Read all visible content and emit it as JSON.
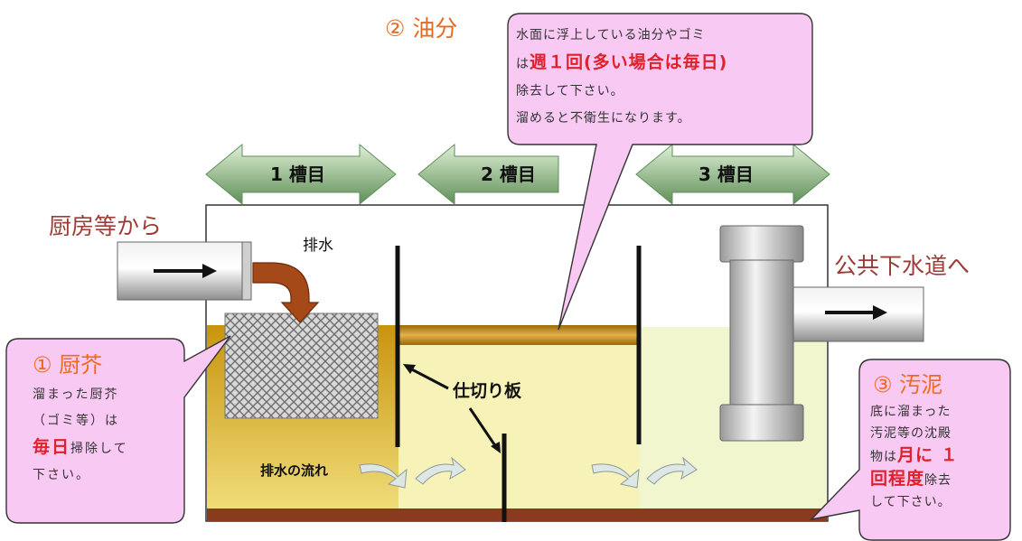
{
  "tanks": {
    "tank1": "1 槽目",
    "tank2": "2 槽目",
    "tank3": "3 槽目"
  },
  "flow": {
    "inlet": "厨房等から",
    "outlet": "公共下水道へ",
    "drain": "排水",
    "flow_label": "排水の流れ",
    "partition": "仕切り板"
  },
  "callouts": {
    "kaisetsu": {
      "title": "① 厨芥",
      "line1": "溜まった厨芥",
      "line2": "（ゴミ等）は",
      "emph": "毎日",
      "line3_rest": "掃除して",
      "line4": "下さい。"
    },
    "oil": {
      "title": "② 油分",
      "line1": "水面に浮上している油分やゴミ",
      "line2_pre": "は",
      "emph": "週１回(多い場合は毎日)",
      "line3": "除去して下さい。",
      "line4": "溜めると不衛生になります。"
    },
    "sludge": {
      "title": "③ 汚泥",
      "line1": "底に溜まった",
      "line2": "汚泥等の沈殿",
      "line3_pre": "物は",
      "emph1": "月に １",
      "emph2": "回程度",
      "line4_rest": "除去",
      "line5": "して下さい。"
    }
  },
  "colors": {
    "oil_layer": "#b7800a",
    "water_left": "#e7c85a",
    "water_right": "#f4f6c9",
    "sludge_layer": "#8a3a1e",
    "callout_fill": "#f8c9f3",
    "arrow_fill": "#8fb28a",
    "accent_red": "#e0202a",
    "title_orange": "#ee6b1c",
    "inlet_text": "#9e3b37"
  }
}
